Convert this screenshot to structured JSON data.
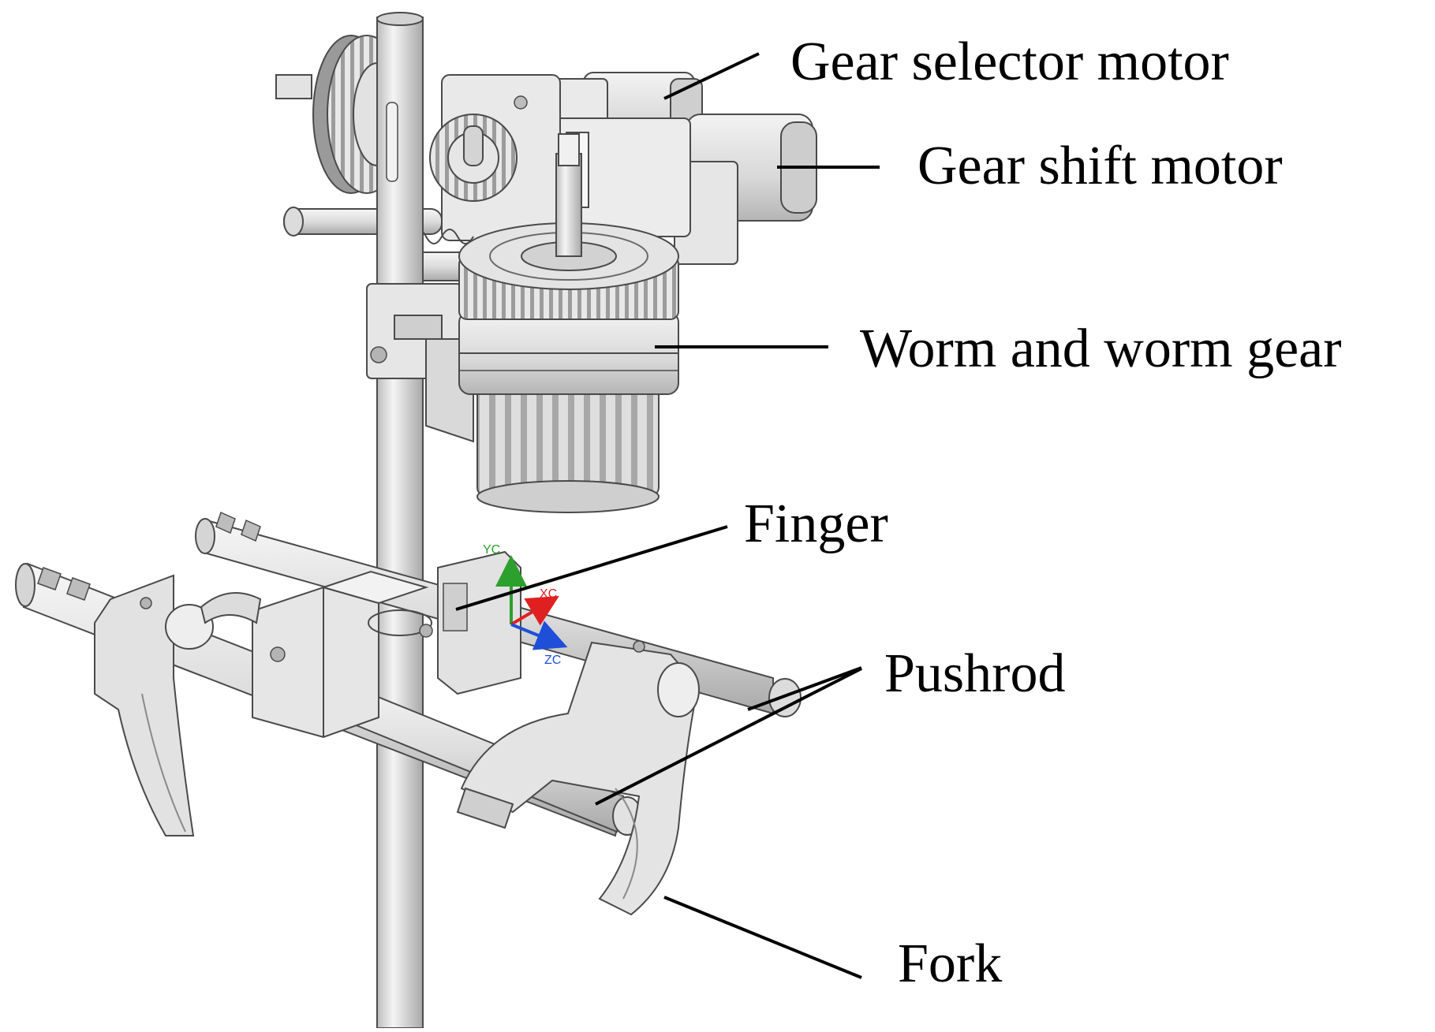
{
  "callouts": {
    "gear_selector_motor": "Gear selector motor",
    "gear_shift_motor": "Gear shift motor",
    "worm_and_worm_gear": "Worm and worm gear",
    "finger": "Finger",
    "pushrod": "Pushrod",
    "fork": "Fork"
  },
  "axes": {
    "y": "YC",
    "x": "XC",
    "z": "ZC"
  },
  "colors": {
    "part_fill": "#e4e4e4",
    "part_light": "#f3f3f3",
    "part_shadow": "#b9b9b9",
    "outline": "#4a4a4a",
    "leader": "#000000",
    "axis_y": "#2ca02c",
    "axis_x": "#e02020",
    "axis_z": "#1f4fd8"
  }
}
